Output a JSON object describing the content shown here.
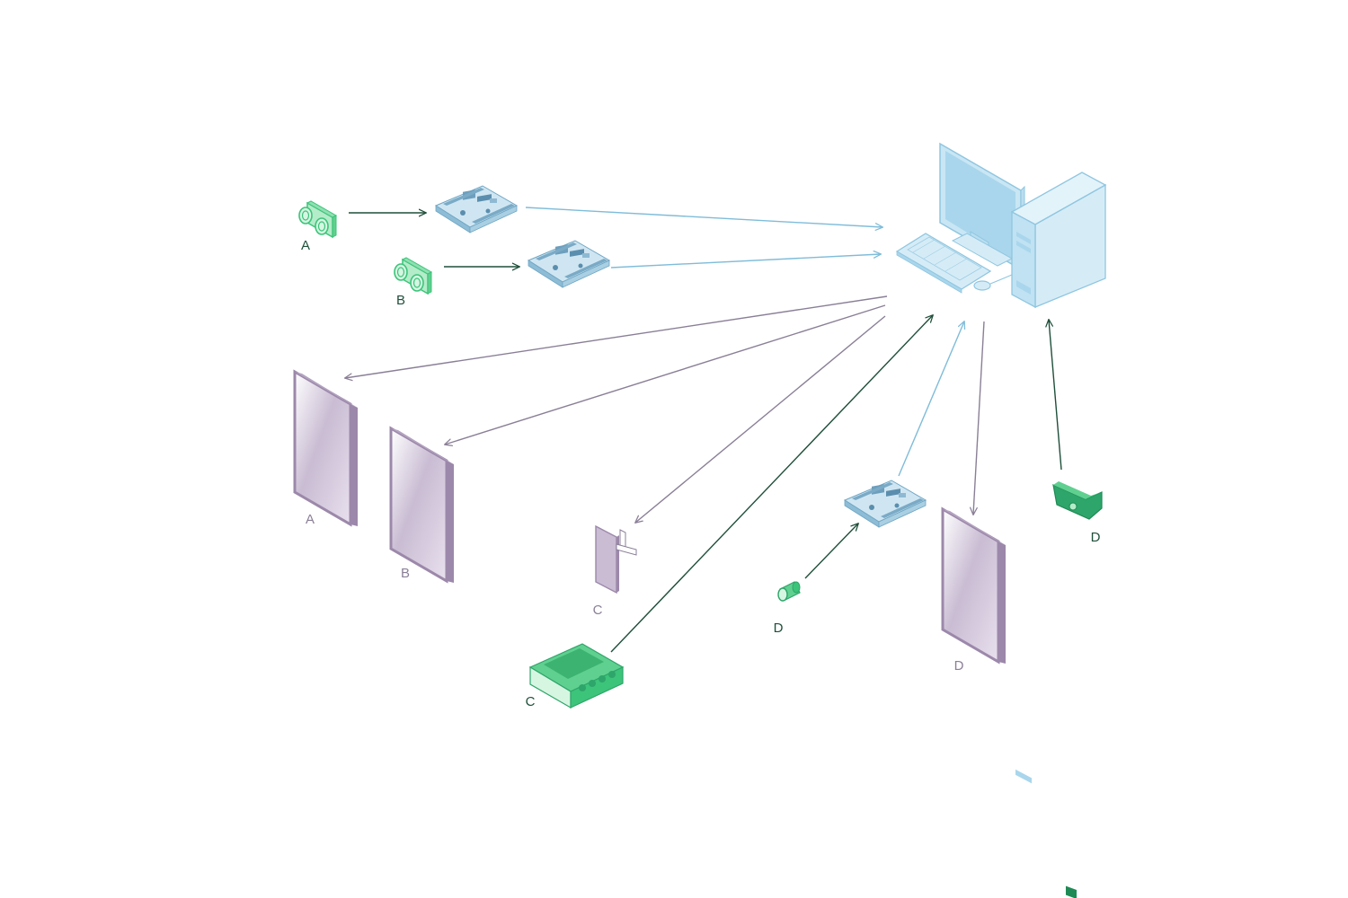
{
  "colors": {
    "sensor_green": "#3cc47a",
    "sensor_green_light": "#b4ecc9",
    "dark_arrow": "#1f4f3a",
    "blue_arrow": "#7fbcd9",
    "purple_arrow": "#8a7f97",
    "display_purple": "#9c88aa",
    "computer_blue": "#a9d6ec",
    "board_blue": "#7fb3cf",
    "label_green": "#1f4f3a",
    "label_purple": "#8a7f97"
  },
  "inputs": {
    "ultrasonic_a": {
      "label": "A",
      "icon": "ultrasonic-sensor-icon"
    },
    "ultrasonic_b": {
      "label": "B",
      "icon": "ultrasonic-sensor-icon"
    },
    "control_panel_c": {
      "label": "C",
      "icon": "control-panel-icon"
    },
    "button_d": {
      "label": "D",
      "icon": "push-button-icon"
    },
    "camera_d": {
      "label": "D",
      "icon": "camera-icon"
    }
  },
  "outputs": {
    "display_a": {
      "label": "A",
      "icon": "display-panel-icon"
    },
    "display_b": {
      "label": "B",
      "icon": "display-panel-icon"
    },
    "lever_c": {
      "label": "C",
      "icon": "lever-switch-icon"
    },
    "display_d": {
      "label": "D",
      "icon": "display-panel-icon"
    }
  },
  "hub": {
    "icon": "desktop-computer-icon"
  },
  "boards": [
    "microcontroller-board-icon",
    "microcontroller-board-icon",
    "microcontroller-board-icon"
  ]
}
